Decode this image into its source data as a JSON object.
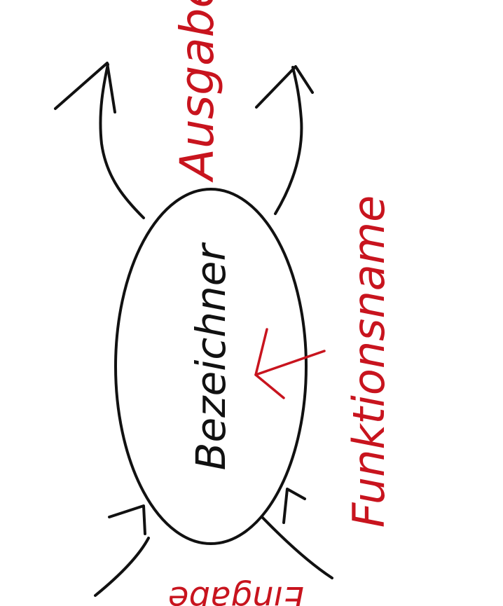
{
  "diagram": {
    "center_label": "Bezeichner",
    "function_label": "Funktionsname",
    "output_label": "Ausgabe",
    "input_label": "Eingabe",
    "colors": {
      "ink": "#111111",
      "accent": "#c8141e",
      "background": "#ffffff"
    }
  }
}
